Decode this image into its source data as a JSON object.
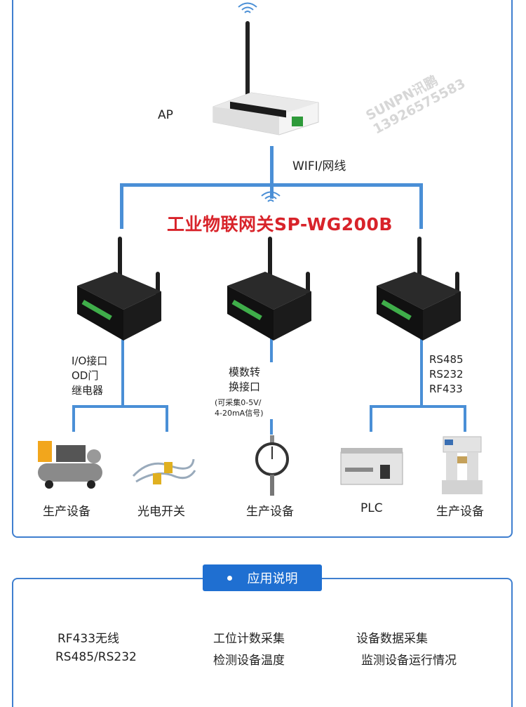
{
  "diagram": {
    "title": "工业物联网关SP-WG200B",
    "ap_label": "AP",
    "link_label": "WIFI/网线",
    "branches": {
      "left": [
        "I/O接口",
        "OD门",
        "继电器"
      ],
      "middle": [
        "模数转",
        "换接口"
      ],
      "middle_note": [
        "(可采集0-5V/",
        "4-20mA信号)"
      ],
      "right": [
        "RS485",
        "RS232",
        "RF433"
      ]
    },
    "devices": [
      "生产设备",
      "光电开关",
      "生产设备",
      "PLC",
      "生产设备"
    ],
    "watermark": [
      "SUNPN讯鹏",
      "13926575583"
    ]
  },
  "applications": {
    "badge": "应用说明",
    "items": [
      "RF433无线",
      "工位计数采集",
      "设备数据采集",
      "RS485/RS232",
      "检测设备温度",
      "监测设备运行情况"
    ]
  },
  "colors": {
    "accent": "#1f6fd1",
    "line": "#4a8fd6",
    "title": "#d8232a"
  }
}
